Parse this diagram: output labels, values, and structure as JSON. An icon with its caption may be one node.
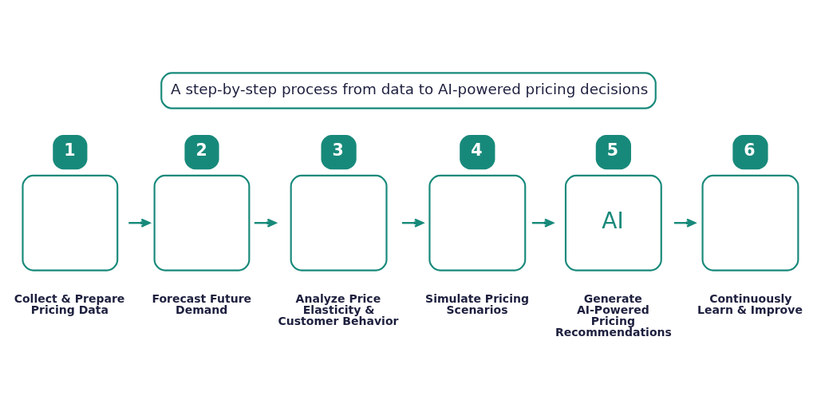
{
  "diagram": {
    "title": "A step-by-step process from data to AI-powered pricing decisions",
    "nodes": [
      {
        "text": [
          "1",
          "Collect & Prepare Pricing Data"
        ]
      },
      {
        "text": [
          "2",
          "Forecast Future Demand"
        ]
      },
      {
        "text": [
          "3",
          "Analyze Price Elasticity & Customer Behavior"
        ]
      },
      {
        "text": [
          "4",
          "Simulate Pricing Scenarios"
        ]
      },
      {
        "text": [
          "5",
          "AI",
          "Generate AI-Powered Pricing Recommendations"
        ]
      },
      {
        "text": [
          "6",
          "Continuously Learn & Improve"
        ]
      }
    ],
    "edges": [
      {
        "from": 0,
        "to": 1,
        "arrow": "to"
      },
      {
        "from": 1,
        "to": 2,
        "arrow": "to"
      },
      {
        "from": 2,
        "to": 3,
        "arrow": "to"
      },
      {
        "from": 3,
        "to": 4,
        "arrow": "to"
      },
      {
        "from": 4,
        "to": 5,
        "arrow": "to"
      }
    ]
  }
}
